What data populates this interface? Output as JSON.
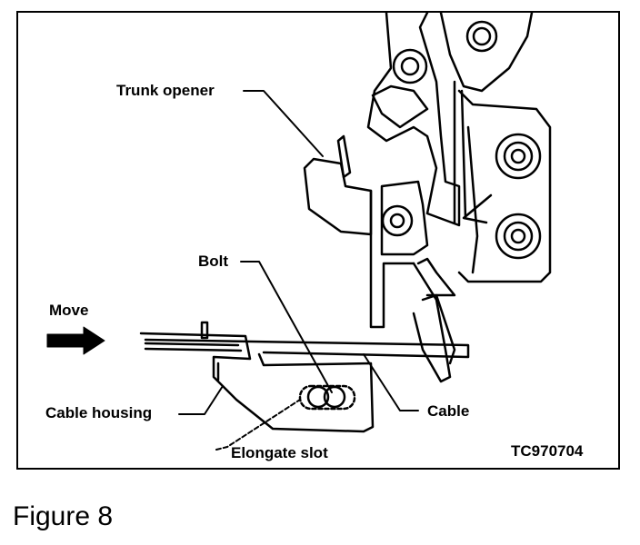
{
  "figure": {
    "caption": "Figure 8",
    "code": "TC970704",
    "labels": {
      "trunk_opener": "Trunk opener",
      "bolt": "Bolt",
      "move": "Move",
      "cable_housing": "Cable housing",
      "cable": "Cable",
      "elongate_slot": "Elongate slot"
    }
  }
}
